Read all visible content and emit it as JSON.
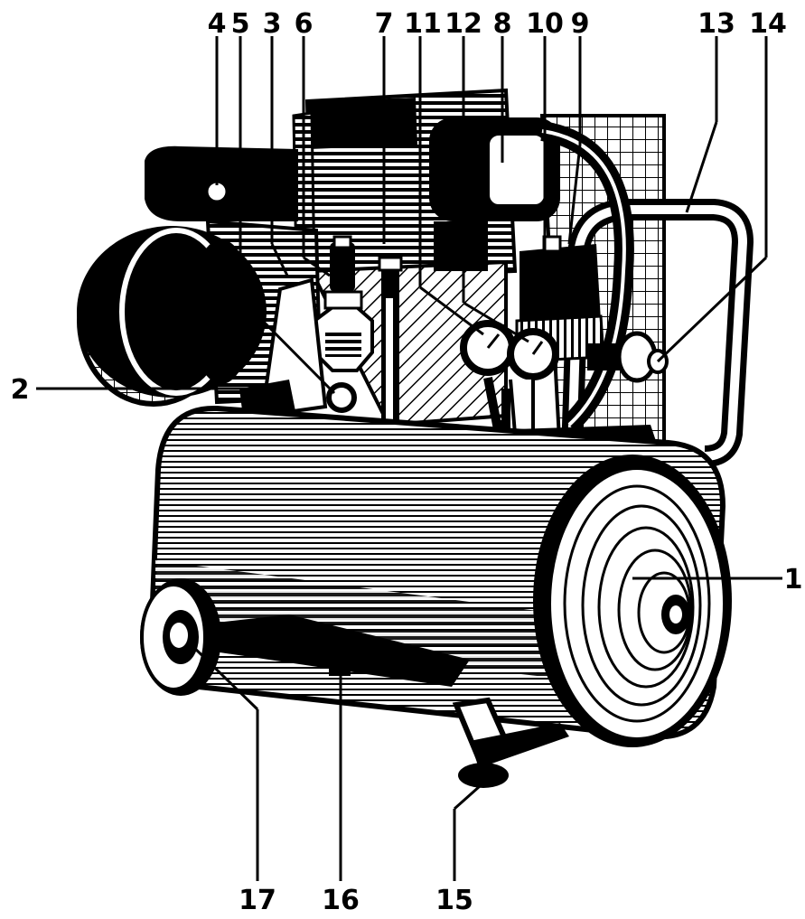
{
  "diagram": {
    "callouts": [
      {
        "id": "1",
        "text": "1"
      },
      {
        "id": "2",
        "text": "2"
      },
      {
        "id": "3",
        "text": "3"
      },
      {
        "id": "4",
        "text": "4"
      },
      {
        "id": "5",
        "text": "5"
      },
      {
        "id": "6",
        "text": "6"
      },
      {
        "id": "7",
        "text": "7"
      },
      {
        "id": "8",
        "text": "8"
      },
      {
        "id": "9",
        "text": "9"
      },
      {
        "id": "10",
        "text": "10"
      },
      {
        "id": "11",
        "text": "11"
      },
      {
        "id": "12",
        "text": "12"
      },
      {
        "id": "13",
        "text": "13"
      },
      {
        "id": "14",
        "text": "14"
      },
      {
        "id": "15",
        "text": "15"
      },
      {
        "id": "16",
        "text": "16"
      },
      {
        "id": "17",
        "text": "17"
      }
    ],
    "colors": {
      "ink": "#000000",
      "paper": "#ffffff"
    }
  }
}
